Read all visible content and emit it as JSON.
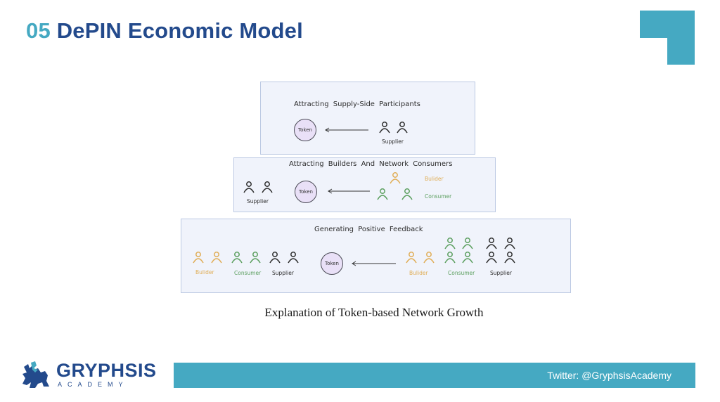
{
  "header": {
    "section_number": "05",
    "title": "DePIN Economic Model"
  },
  "colors": {
    "accent_teal": "#45a9c2",
    "title_blue": "#234a8c",
    "builder": "#e0ad55",
    "consumer": "#5a9e5d",
    "supplier": "#2c2c2c",
    "token_fill": "#e9e0f7",
    "box_fill": "#f0f3fb"
  },
  "diagram": {
    "stages": [
      {
        "title": "Attracting Supply-Side Participants",
        "token_label": "Token",
        "groups": [
          {
            "role": "Supplier",
            "count": 2,
            "side": "right"
          }
        ]
      },
      {
        "title": "Attracting Builders And Network Consumers",
        "token_label": "Token",
        "groups": [
          {
            "role": "Supplier",
            "count": 2,
            "side": "left"
          },
          {
            "role": "Bulider",
            "count": 1,
            "side": "right"
          },
          {
            "role": "Consumer",
            "count": 2,
            "side": "right"
          }
        ]
      },
      {
        "title": "Generating Positive Feedback",
        "token_label": "Token",
        "groups": [
          {
            "role": "Bulider",
            "count": 2,
            "side": "left"
          },
          {
            "role": "Consumer",
            "count": 2,
            "side": "left"
          },
          {
            "role": "Supplier",
            "count": 2,
            "side": "left"
          },
          {
            "role": "Bulider",
            "count": 2,
            "side": "right"
          },
          {
            "role": "Consumer",
            "count": 4,
            "side": "right"
          },
          {
            "role": "Supplier",
            "count": 4,
            "side": "right"
          }
        ]
      }
    ],
    "caption": "Explanation of Token-based Network Growth"
  },
  "footer": {
    "logo_name": "GRYPHSIS",
    "logo_sub": "ACADEMY",
    "twitter": "Twitter: @GryphsisAcademy"
  }
}
